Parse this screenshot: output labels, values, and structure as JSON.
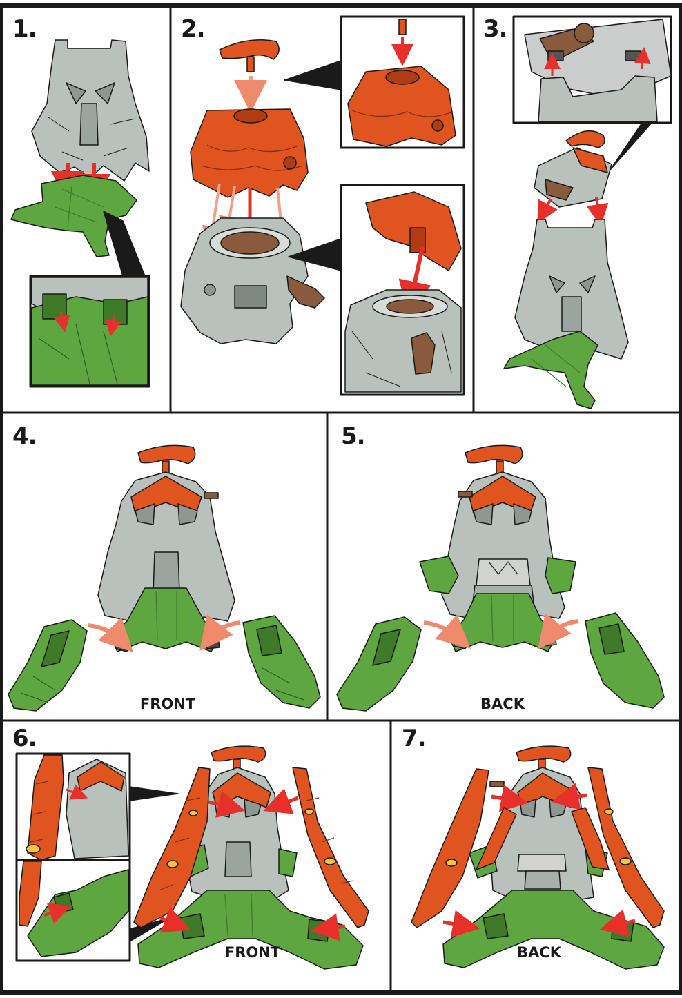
{
  "steps": [
    {
      "number": "1."
    },
    {
      "number": "2."
    },
    {
      "number": "3."
    },
    {
      "number": "4.",
      "view_label": "FRONT"
    },
    {
      "number": "5.",
      "view_label": "BACK"
    },
    {
      "number": "6.",
      "view_label": "FRONT"
    },
    {
      "number": "7.",
      "view_label": "BACK"
    }
  ],
  "colors": {
    "border": "#1a1a1a",
    "rock_grey": "#b8c1bc",
    "rock_dark": "#8e9892",
    "base_green": "#5ea63f",
    "green_dark": "#3f7a29",
    "lava_orange": "#e0541f",
    "orange_dark": "#b23c12",
    "wood_brown": "#8a5a3c",
    "arrow_red": "#e8302a",
    "arrow_faded": "#f3a08a"
  },
  "icons": [
    "down-arrow-icon",
    "curved-arrow-icon",
    "callout-pointer-icon"
  ]
}
